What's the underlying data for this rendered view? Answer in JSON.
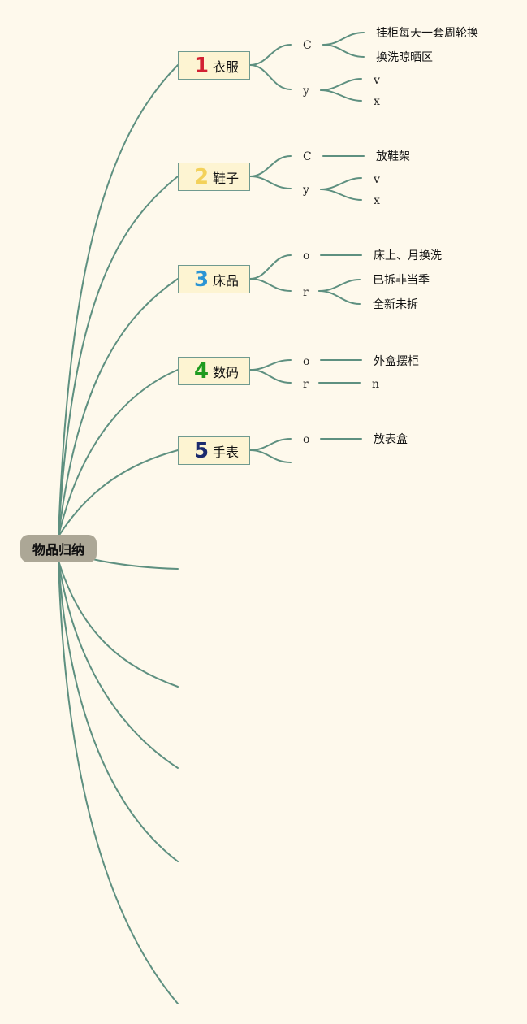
{
  "root": {
    "label": "物品归纳"
  },
  "topics": [
    {
      "num": "1",
      "num_color": "#d22032",
      "label": "衣服",
      "branches": [
        {
          "label": "C",
          "leaves": [
            "挂柜每天一套周轮换",
            "换洗晾晒区"
          ]
        },
        {
          "label": "y",
          "leaves": [
            "v",
            "x"
          ]
        }
      ]
    },
    {
      "num": "2",
      "num_color": "#f3d15a",
      "label": "鞋子",
      "branches": [
        {
          "label": "C",
          "leaves": [
            "放鞋架"
          ]
        },
        {
          "label": "y",
          "leaves": [
            "v",
            "x"
          ]
        }
      ]
    },
    {
      "num": "3",
      "num_color": "#2a94d4",
      "label": "床品",
      "branches": [
        {
          "label": "o",
          "leaves": [
            "床上、月换洗"
          ]
        },
        {
          "label": "r",
          "leaves": [
            "已拆非当季",
            "全新未拆"
          ]
        }
      ]
    },
    {
      "num": "4",
      "num_color": "#1f9b1f",
      "label": "数码",
      "branches": [
        {
          "label": "o",
          "leaves": [
            "外盒摆柜"
          ]
        },
        {
          "label": "r",
          "leaves": [
            "n"
          ]
        }
      ]
    },
    {
      "num": "5",
      "num_color": "#1b2a6e",
      "label": "手表",
      "branches": [
        {
          "label": "o",
          "leaves": [
            "放表盒"
          ]
        },
        {
          "label": "",
          "leaves": []
        }
      ]
    }
  ]
}
